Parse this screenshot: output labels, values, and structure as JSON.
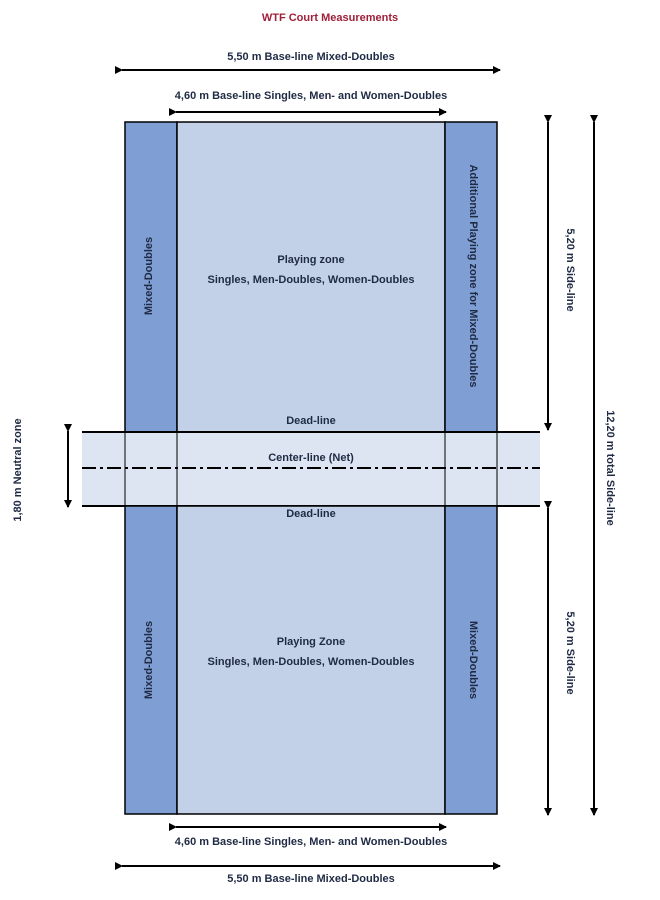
{
  "title": "WTF Court Measurements",
  "top_measures": {
    "mixed_baseline": "5,50 m Base-line Mixed-Doubles",
    "singles_baseline": "4,60 m Base-line Singles, Men- and Women-Doubles"
  },
  "bottom_measures": {
    "singles_baseline": "4,60 m Base-line Singles, Men- and Women-Doubles",
    "mixed_baseline": "5,50 m Base-line Mixed-Doubles"
  },
  "upper_half": {
    "playing_zone_line1": "Playing zone",
    "playing_zone_line2": "Singles, Men-Doubles, Women-Doubles",
    "left_side_label": "Mixed-Doubles",
    "right_side_label": "Additional Playing zone for Mixed-Doubles",
    "side_line_label": "5,20 m Side-line"
  },
  "lower_half": {
    "playing_zone_line1": "Playing Zone",
    "playing_zone_line2": "Singles, Men-Doubles, Women-Doubles",
    "left_side_label": "Mixed-Doubles",
    "right_side_label": "Mixed-Doubles",
    "side_line_label": "5,20 m Side-line"
  },
  "neutral": {
    "dead_line_top": "Dead-line",
    "center_line": "Center-line (Net)",
    "dead_line_bottom": "Dead-line",
    "neutral_zone_label": "1,80 m Neutral zone"
  },
  "total_side_line": "12,20 m total Side-line",
  "colors": {
    "title": "#a0203a",
    "outer_zone": "#7f9fd4",
    "inner_zone": "#c2d1e8",
    "neutral_zone": "#dde5f2",
    "lines": "#000000"
  }
}
